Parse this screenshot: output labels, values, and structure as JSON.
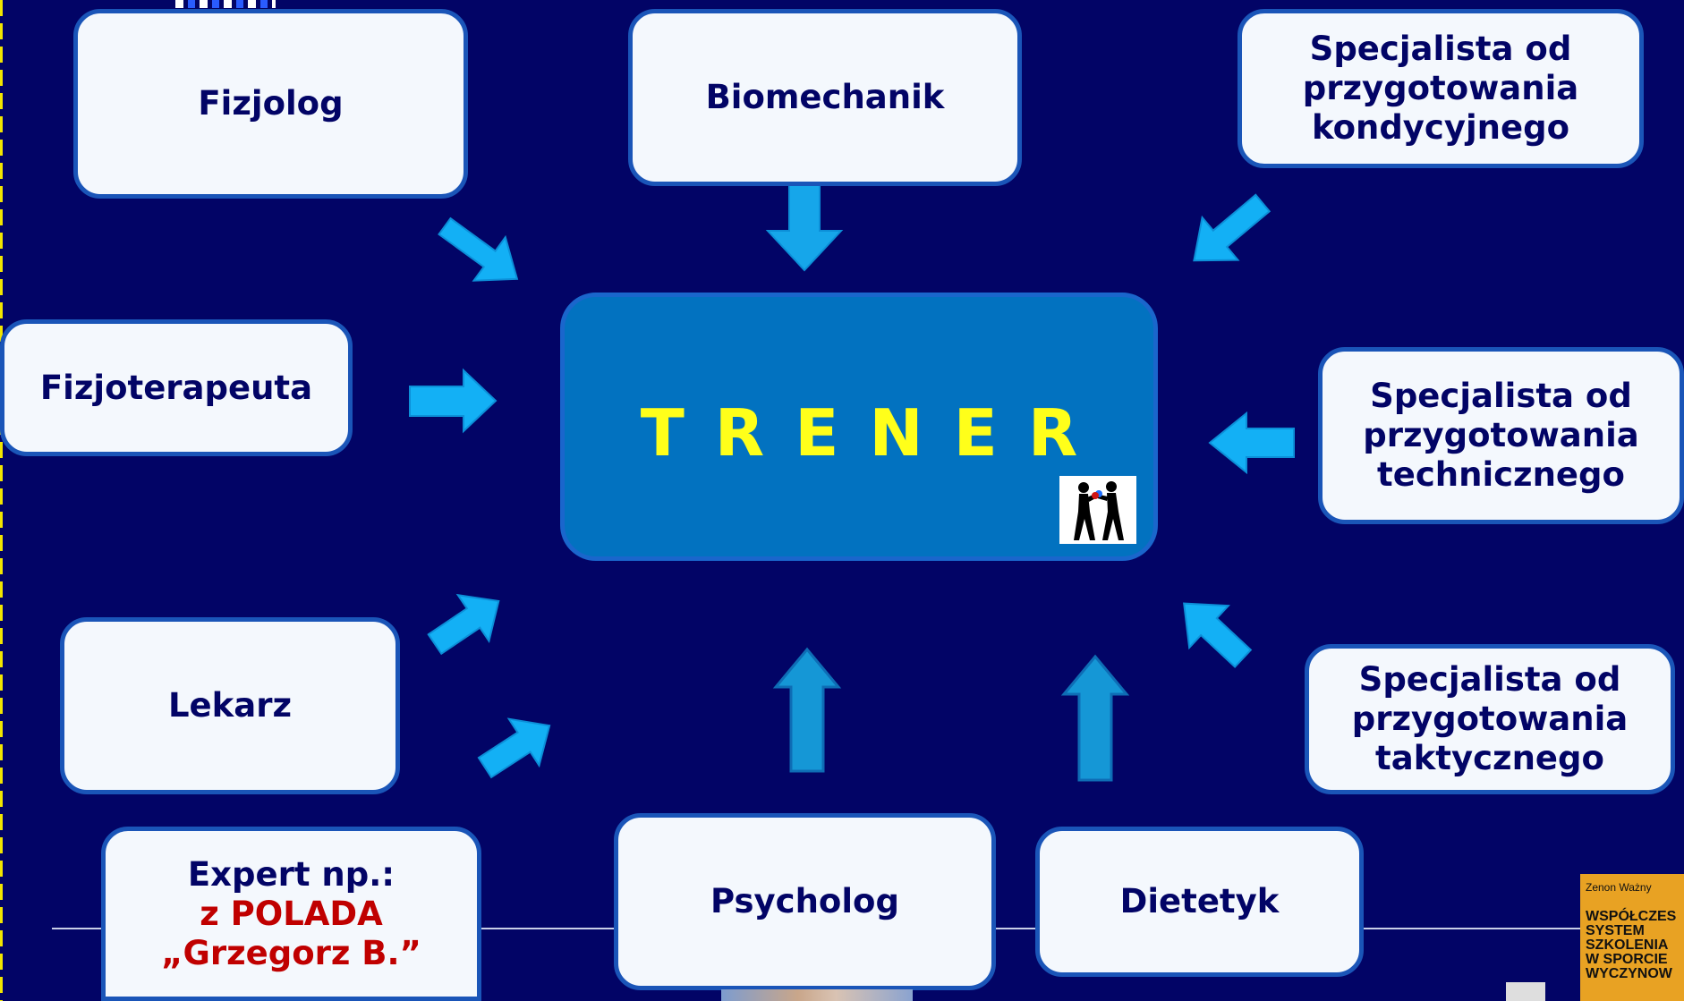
{
  "center": {
    "title": "TRENER",
    "image": "boxers-silhouette"
  },
  "boxes": {
    "fizjolog": [
      "Fizjolog"
    ],
    "biomechanik": [
      "Biomechanik"
    ],
    "kondycyjny": [
      "Specjalista od",
      "przygotowania",
      "kondycyjnego"
    ],
    "fizjoterapeuta": [
      "Fizjoterapeuta"
    ],
    "techniczny": [
      "Specjalista od",
      "przygotowania",
      "technicznego"
    ],
    "lekarz": [
      "Lekarz"
    ],
    "taktyczny": [
      "Specjalista od",
      "przygotowania",
      "taktycznego"
    ],
    "expert": {
      "line1": "Expert np.:",
      "line2": "z POLADA",
      "line3": "„Grzegorz B.”"
    },
    "psycholog": [
      "Psycholog"
    ],
    "dietetyk": [
      "Dietetyk"
    ]
  },
  "book": {
    "author": "Zenon Ważny",
    "title_lines": [
      "WSPÓŁCZES",
      "SYSTEM",
      "SZKOLENIA",
      "W  SPORCIE",
      "WYCZYNOW"
    ]
  },
  "colors": {
    "background": "#020466",
    "center_fill": "#0272c0",
    "center_text": "#ffff1a",
    "box_fill": "#f4f8fd",
    "box_text": "#020466",
    "highlight_text": "#c00000",
    "arrow": "#13b0f5",
    "arrow_dark": "#1597d6"
  }
}
